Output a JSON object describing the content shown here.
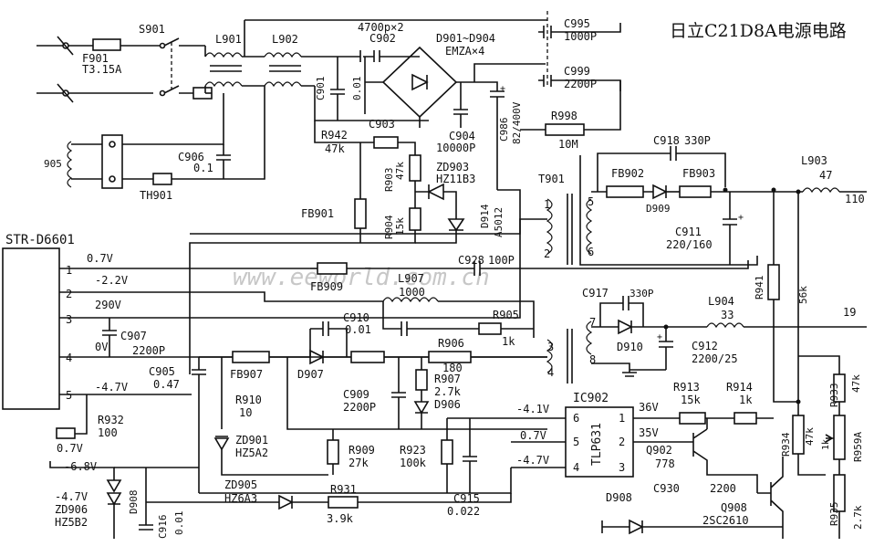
{
  "title": "日立C21D8A电源电路",
  "watermark": "www.eeworld.com.cn",
  "ic_main": {
    "name": "STR-D6601",
    "pins": [
      {
        "num": "1",
        "voltage": "0.7V"
      },
      {
        "num": "2",
        "voltage": "-2.2V"
      },
      {
        "num": "3",
        "voltage": "290V"
      },
      {
        "num": "4",
        "voltage": "0V"
      },
      {
        "num": "5",
        "voltage": "-4.7V"
      }
    ]
  },
  "ic_opto": {
    "name": "IC902",
    "part": "TLP631",
    "pin_nums": [
      "6",
      "5",
      "4",
      "1",
      "2",
      "3"
    ],
    "left_voltages": [
      "-4.1V",
      "0.7V",
      "-4.7V"
    ],
    "right_voltages": [
      "36V",
      "35V"
    ]
  },
  "labels": {
    "f901": "F901",
    "f901_val": "T3.15A",
    "s901": "S901",
    "l901": "L901",
    "l902": "L902",
    "c902_top": "4700p×2",
    "c902": "C902",
    "d_bridge": "D901~D904",
    "d_bridge_val": "EMZA×4",
    "c901": "C901",
    "c901_val": "0.01",
    "c903": "C903",
    "c995": "C995",
    "c995_val": "1000P",
    "c999": "C999",
    "c999_val": "2200P",
    "r998": "R998",
    "r998_val": "10M",
    "c986": "C986",
    "c986_val": "82/400V",
    "c904": "C904",
    "c904_val": "10000P",
    "r942": "R942",
    "r942_val": "47k",
    "plug": "905",
    "c906": "C906",
    "c906_val": "0.1",
    "th901": "TH901",
    "r903": "R903",
    "r903_val": "47k",
    "zd903": "ZD903",
    "zd903_val": "HZ11B3",
    "fb901": "FB901",
    "r904": "R904",
    "r904_val": "15k",
    "d914": "D914",
    "d914_val": "A5012",
    "t901": "T901",
    "fb902": "FB902",
    "fb903": "FB903",
    "c918": "C918",
    "c918_val": "330P",
    "d909": "D909",
    "l903": "L903",
    "l903_val": "47",
    "out_110": "110",
    "c911": "C911",
    "c911_val": "220/160",
    "c928": "C928",
    "c928_val": "100P",
    "fb909": "FB909",
    "l907": "L907",
    "l907_val": "1000",
    "c910": "C910",
    "c910_val": "0.01",
    "r905": "R905",
    "r905_val": "1k",
    "c917": "C917",
    "c917_val": "330P",
    "l904": "L904",
    "l904_val": "33",
    "out_19": "19",
    "d910": "D910",
    "c912": "C912",
    "c912_val": "2200/25",
    "r941": "R941",
    "r941_val": "56k",
    "c907": "C907",
    "c907_val": "2200P",
    "r906": "R906",
    "r906_val": "180",
    "c905": "C905",
    "c905_val": "0.47",
    "fb907": "FB907",
    "d907": "D907",
    "r907": "R907",
    "r907_val": "2.7k",
    "d906": "D906",
    "c909": "C909",
    "c909_val": "2200P",
    "r910": "R910",
    "r910_val": "10",
    "zd901": "ZD901",
    "zd901_val": "HZ5A2",
    "r932": "R932",
    "r932_val": "100",
    "v_07": "0.7V",
    "v_68": "-6.8V",
    "v_47": "-4.7V",
    "zd906": "ZD906",
    "zd906_val": "HZ5B2",
    "d908a": "D908",
    "c916": "C916",
    "c916_val": "0.01",
    "zd905": "ZD905",
    "zd905_val": "HZ6A3",
    "r931": "R931",
    "r931_val": "3.9k",
    "r909": "R909",
    "r909_val": "27k",
    "r923": "R923",
    "r923_val": "100k",
    "c915": "C915",
    "c915_val": "0.022",
    "r913": "R913",
    "r913_val": "15k",
    "r914": "R914",
    "r914_val": "1k",
    "q902": "Q902",
    "q902_val": "778",
    "c930": "C930",
    "c930_val": "2200",
    "d908b": "D908",
    "q908": "Q908",
    "q908_val": "2SC2610",
    "r934": "R934",
    "r934_val": "47k",
    "r933": "R933",
    "r933_val": "47k",
    "r959a": "R959A",
    "r959a_val": "1k",
    "r935": "R935",
    "r935_val": "2.7k",
    "t_pin1": "1",
    "t_pin2": "2",
    "t_pin3": "3",
    "t_pin4": "4",
    "t_pin5": "5",
    "t_pin6": "6",
    "t_pin7": "7",
    "t_pin8": "8"
  }
}
